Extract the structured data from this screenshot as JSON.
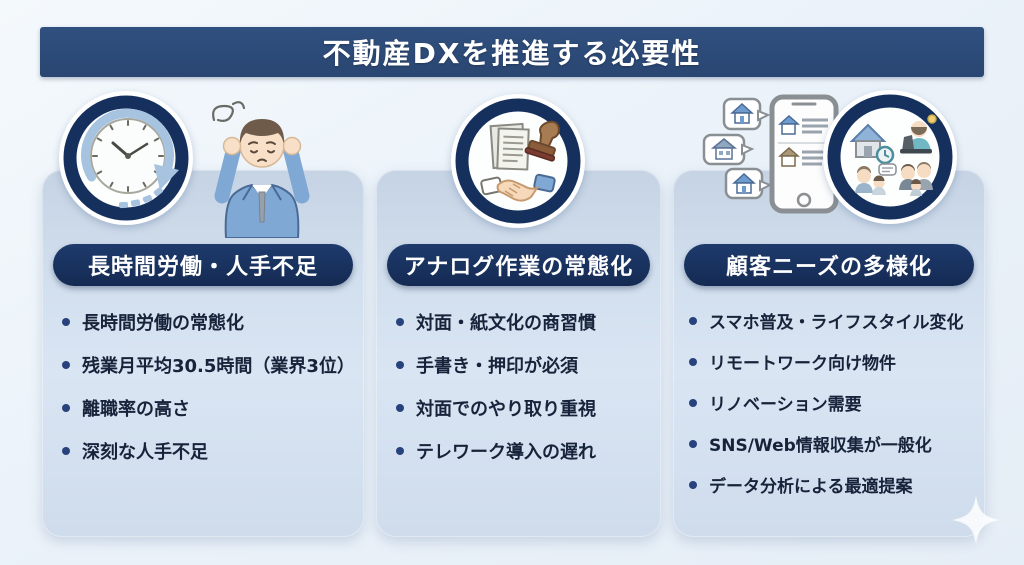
{
  "title": "不動産DXを推進する必要性",
  "columns": [
    {
      "header": "長時間労働・人手不足",
      "icon": "clock-history-icon",
      "bullets": [
        "長時間労働の常態化",
        "残業月平均30.5時間（業界3位）",
        "離職率の高さ",
        "深刻な人手不足"
      ]
    },
    {
      "header": "アナログ作業の常態化",
      "icon": "document-stamp-handshake-icon",
      "bullets": [
        "対面・紙文化の商習慣",
        "手書き・押印が必須",
        "対面でのやり取り重視",
        "テレワーク導入の遅れ"
      ]
    },
    {
      "header": "顧客ニーズの多様化",
      "icon": "smartphone-family-icon",
      "bullets": [
        "スマホ普及・ライフスタイル変化",
        "リモートワーク向け物件",
        "リノベーション需要",
        "SNS/Web情報収集が一般化",
        "データ分析による最適提案"
      ]
    }
  ],
  "colors": {
    "banner": "#2d4b7d",
    "header_pill": "#17305c",
    "card_top": "#c5d3e4",
    "card_bottom": "#d9e5f3",
    "bullet_dot": "#27427c",
    "bullet_text": "#16233a",
    "accent_light_blue": "#a6c3e0",
    "background": "#ebf2f9"
  }
}
